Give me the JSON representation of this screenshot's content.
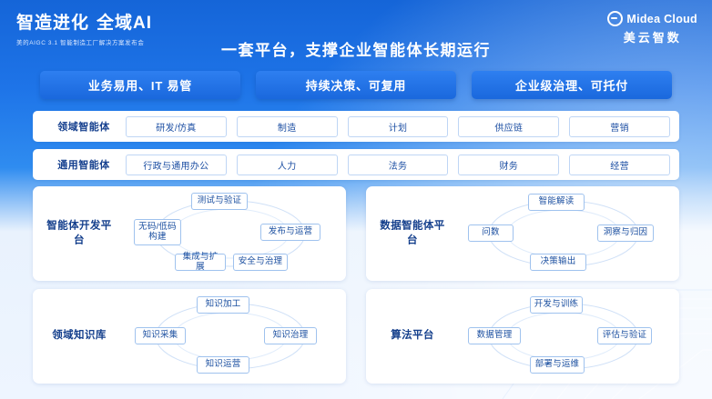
{
  "header": {
    "brand_main_1": "智造进化",
    "brand_main_2": "全域AI",
    "brand_sub": "美的AIGC 3.1 智能制造工厂解决方案发布会",
    "logo_top": "Midea Cloud",
    "logo_bottom": "美云智数",
    "title": "一套平台，支撑企业智能体长期运行"
  },
  "pillars": [
    {
      "label": "业务易用、IT 易管"
    },
    {
      "label": "持续决策、可复用"
    },
    {
      "label": "企业级治理、可托付"
    }
  ],
  "agent_rows": [
    {
      "label": "领域智能体",
      "cells": [
        "研发/仿真",
        "制造",
        "计划",
        "供应链",
        "营销"
      ]
    },
    {
      "label": "通用智能体",
      "cells": [
        "行政与通用办公",
        "人力",
        "法务",
        "财务",
        "经营"
      ]
    }
  ],
  "panels": [
    {
      "title": "智能体开发平台",
      "nodes": [
        {
          "label": "测试与验证"
        },
        {
          "label": "无码/低码构建"
        },
        {
          "label": "发布与运营"
        },
        {
          "label": "集成与扩展"
        },
        {
          "label": "安全与治理"
        }
      ]
    },
    {
      "title": "数据智能体平台",
      "nodes": [
        {
          "label": "智能解读"
        },
        {
          "label": "问数"
        },
        {
          "label": "洞察与归因"
        },
        {
          "label": "决策输出"
        }
      ]
    },
    {
      "title": "领域知识库",
      "nodes": [
        {
          "label": "知识加工"
        },
        {
          "label": "知识采集"
        },
        {
          "label": "知识治理"
        },
        {
          "label": "知识运营"
        }
      ]
    },
    {
      "title": "算法平台",
      "nodes": [
        {
          "label": "开发与训练"
        },
        {
          "label": "数据管理"
        },
        {
          "label": "评估与验证"
        },
        {
          "label": "部署与运维"
        }
      ]
    }
  ],
  "colors": {
    "header_blue": "#1565d8",
    "accent_blue": "#2e7ff0",
    "text_blue": "#1b4fa0",
    "panel_bg": "#ffffff"
  }
}
